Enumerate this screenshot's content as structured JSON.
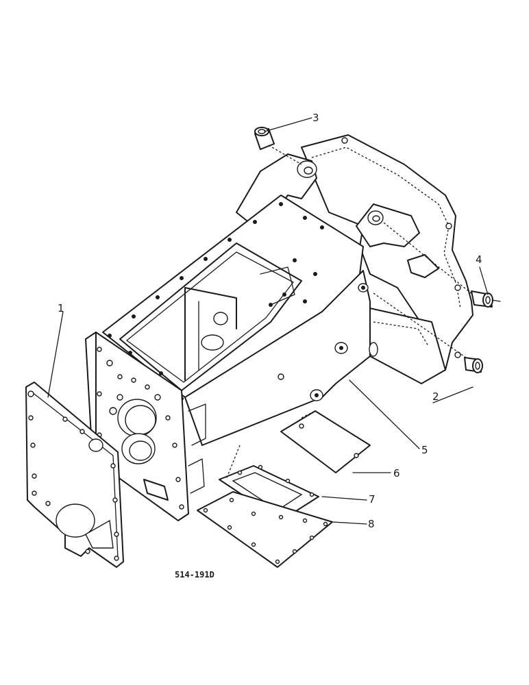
{
  "callouts": [
    {
      "id": "1",
      "label": "1"
    },
    {
      "id": "2",
      "label": "2"
    },
    {
      "id": "3",
      "label": "3"
    },
    {
      "id": "4",
      "label": "4"
    },
    {
      "id": "5",
      "label": "5"
    },
    {
      "id": "6",
      "label": "6"
    },
    {
      "id": "7",
      "label": "7"
    },
    {
      "id": "8",
      "label": "8"
    }
  ],
  "drawing_code": "514-191D",
  "colors": {
    "line": "#1a1a1a",
    "background": "#ffffff"
  }
}
